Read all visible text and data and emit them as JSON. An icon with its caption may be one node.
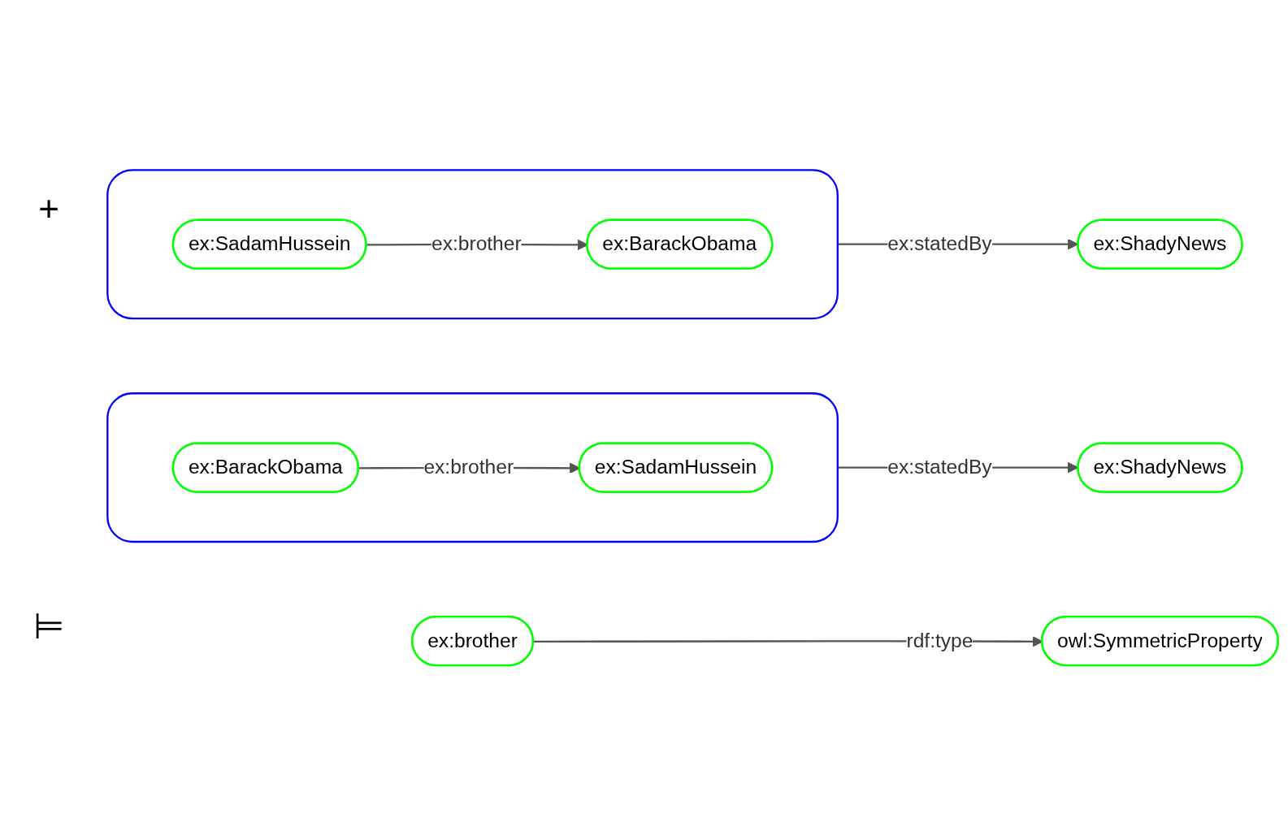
{
  "diagram": {
    "nodes": [
      {
        "text": [],
        "shape": "box"
      },
      {
        "text": [
          "ex:BarackObama"
        ],
        "in": 0
      },
      {
        "text": [
          "ex:SadamHussein"
        ],
        "in": 0
      },
      {
        "text": [
          "ex:ShadyNews"
        ]
      },
      {
        "text": [
          "ex:brother"
        ]
      },
      {
        "text": [
          "owl:SymmetricProperty"
        ]
      },
      {
        "text": [],
        "shape": "box"
      },
      {
        "text": [
          "ex:SadamHussein"
        ],
        "in": 6
      },
      {
        "text": [
          "ex:BarackObama"
        ],
        "in": 6
      },
      {
        "text": [
          "ex:ShadyNews"
        ]
      }
    ],
    "edges": [
      {
        "from": 1,
        "to": 2,
        "arrow": "to",
        "label": "ex:brother"
      },
      {
        "from": 0,
        "to": 3,
        "arrow": "to",
        "label": "ex:statedBy"
      },
      {
        "from": 4,
        "to": 5,
        "arrow": "to",
        "label": "rdf:type"
      },
      {
        "from": 7,
        "to": 8,
        "arrow": "to",
        "label": "ex:brother"
      },
      {
        "from": 6,
        "to": 9,
        "arrow": "to",
        "label": "ex:statedBy"
      }
    ],
    "labels": [
      "+",
      "⊨"
    ]
  }
}
